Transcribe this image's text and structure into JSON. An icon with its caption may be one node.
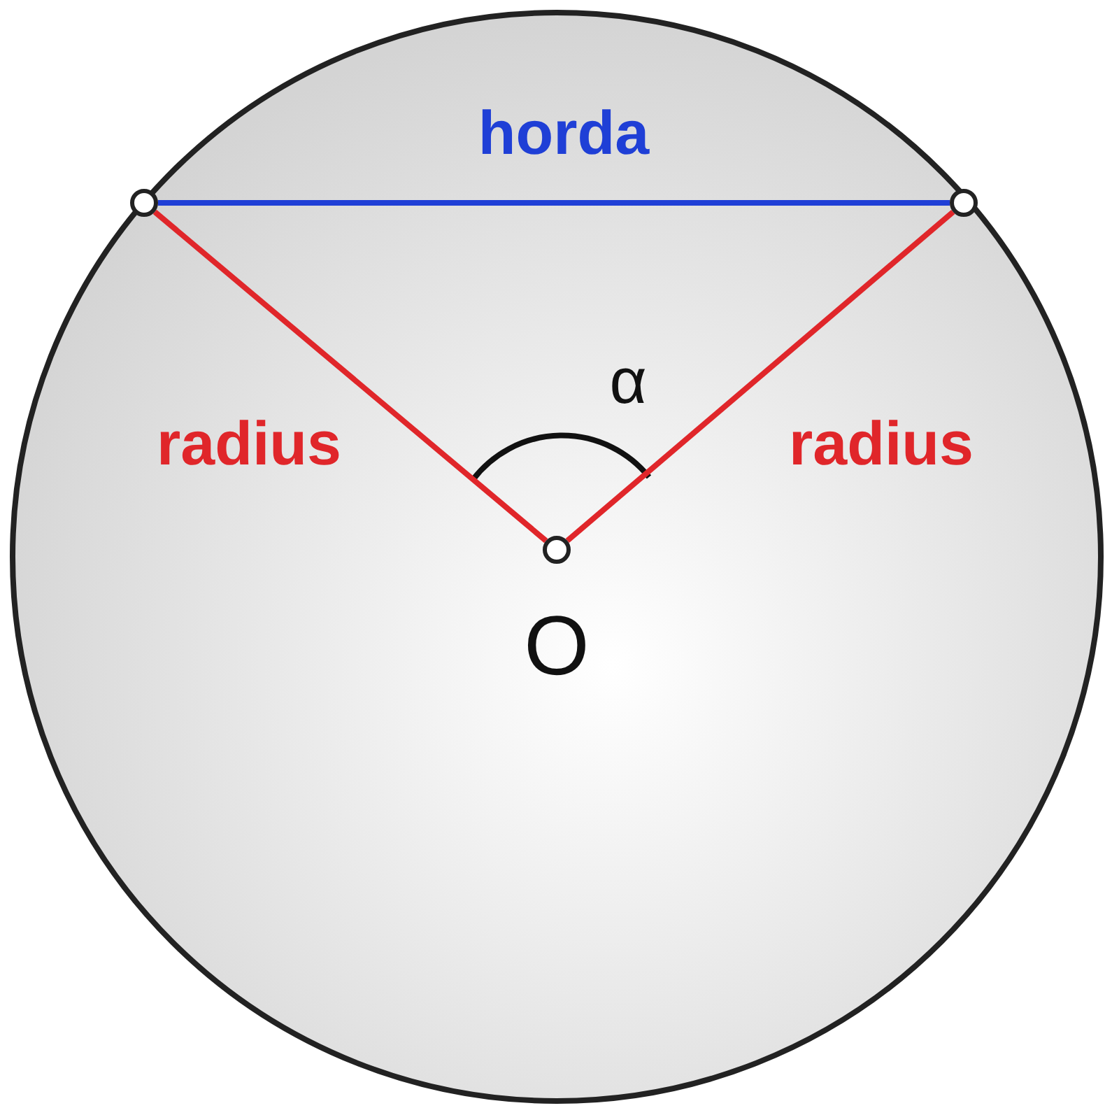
{
  "diagram": {
    "nodes": [
      {
        "text": [],
        "shape": "circle"
      },
      {
        "text": [],
        "shape": "circle"
      },
      {
        "text": [],
        "shape": "circle",
        "beside": [
          "O"
        ]
      }
    ],
    "edges": [
      {
        "from": 0,
        "to": 1,
        "arrow": "none",
        "label": "horda",
        "color": "#1f3fd6"
      },
      {
        "from": 2,
        "to": 0,
        "arrow": "none",
        "label": "radius"
      },
      {
        "from": 2,
        "to": 1,
        "arrow": "none",
        "label": "radius"
      }
    ],
    "labels": [
      "α"
    ]
  }
}
